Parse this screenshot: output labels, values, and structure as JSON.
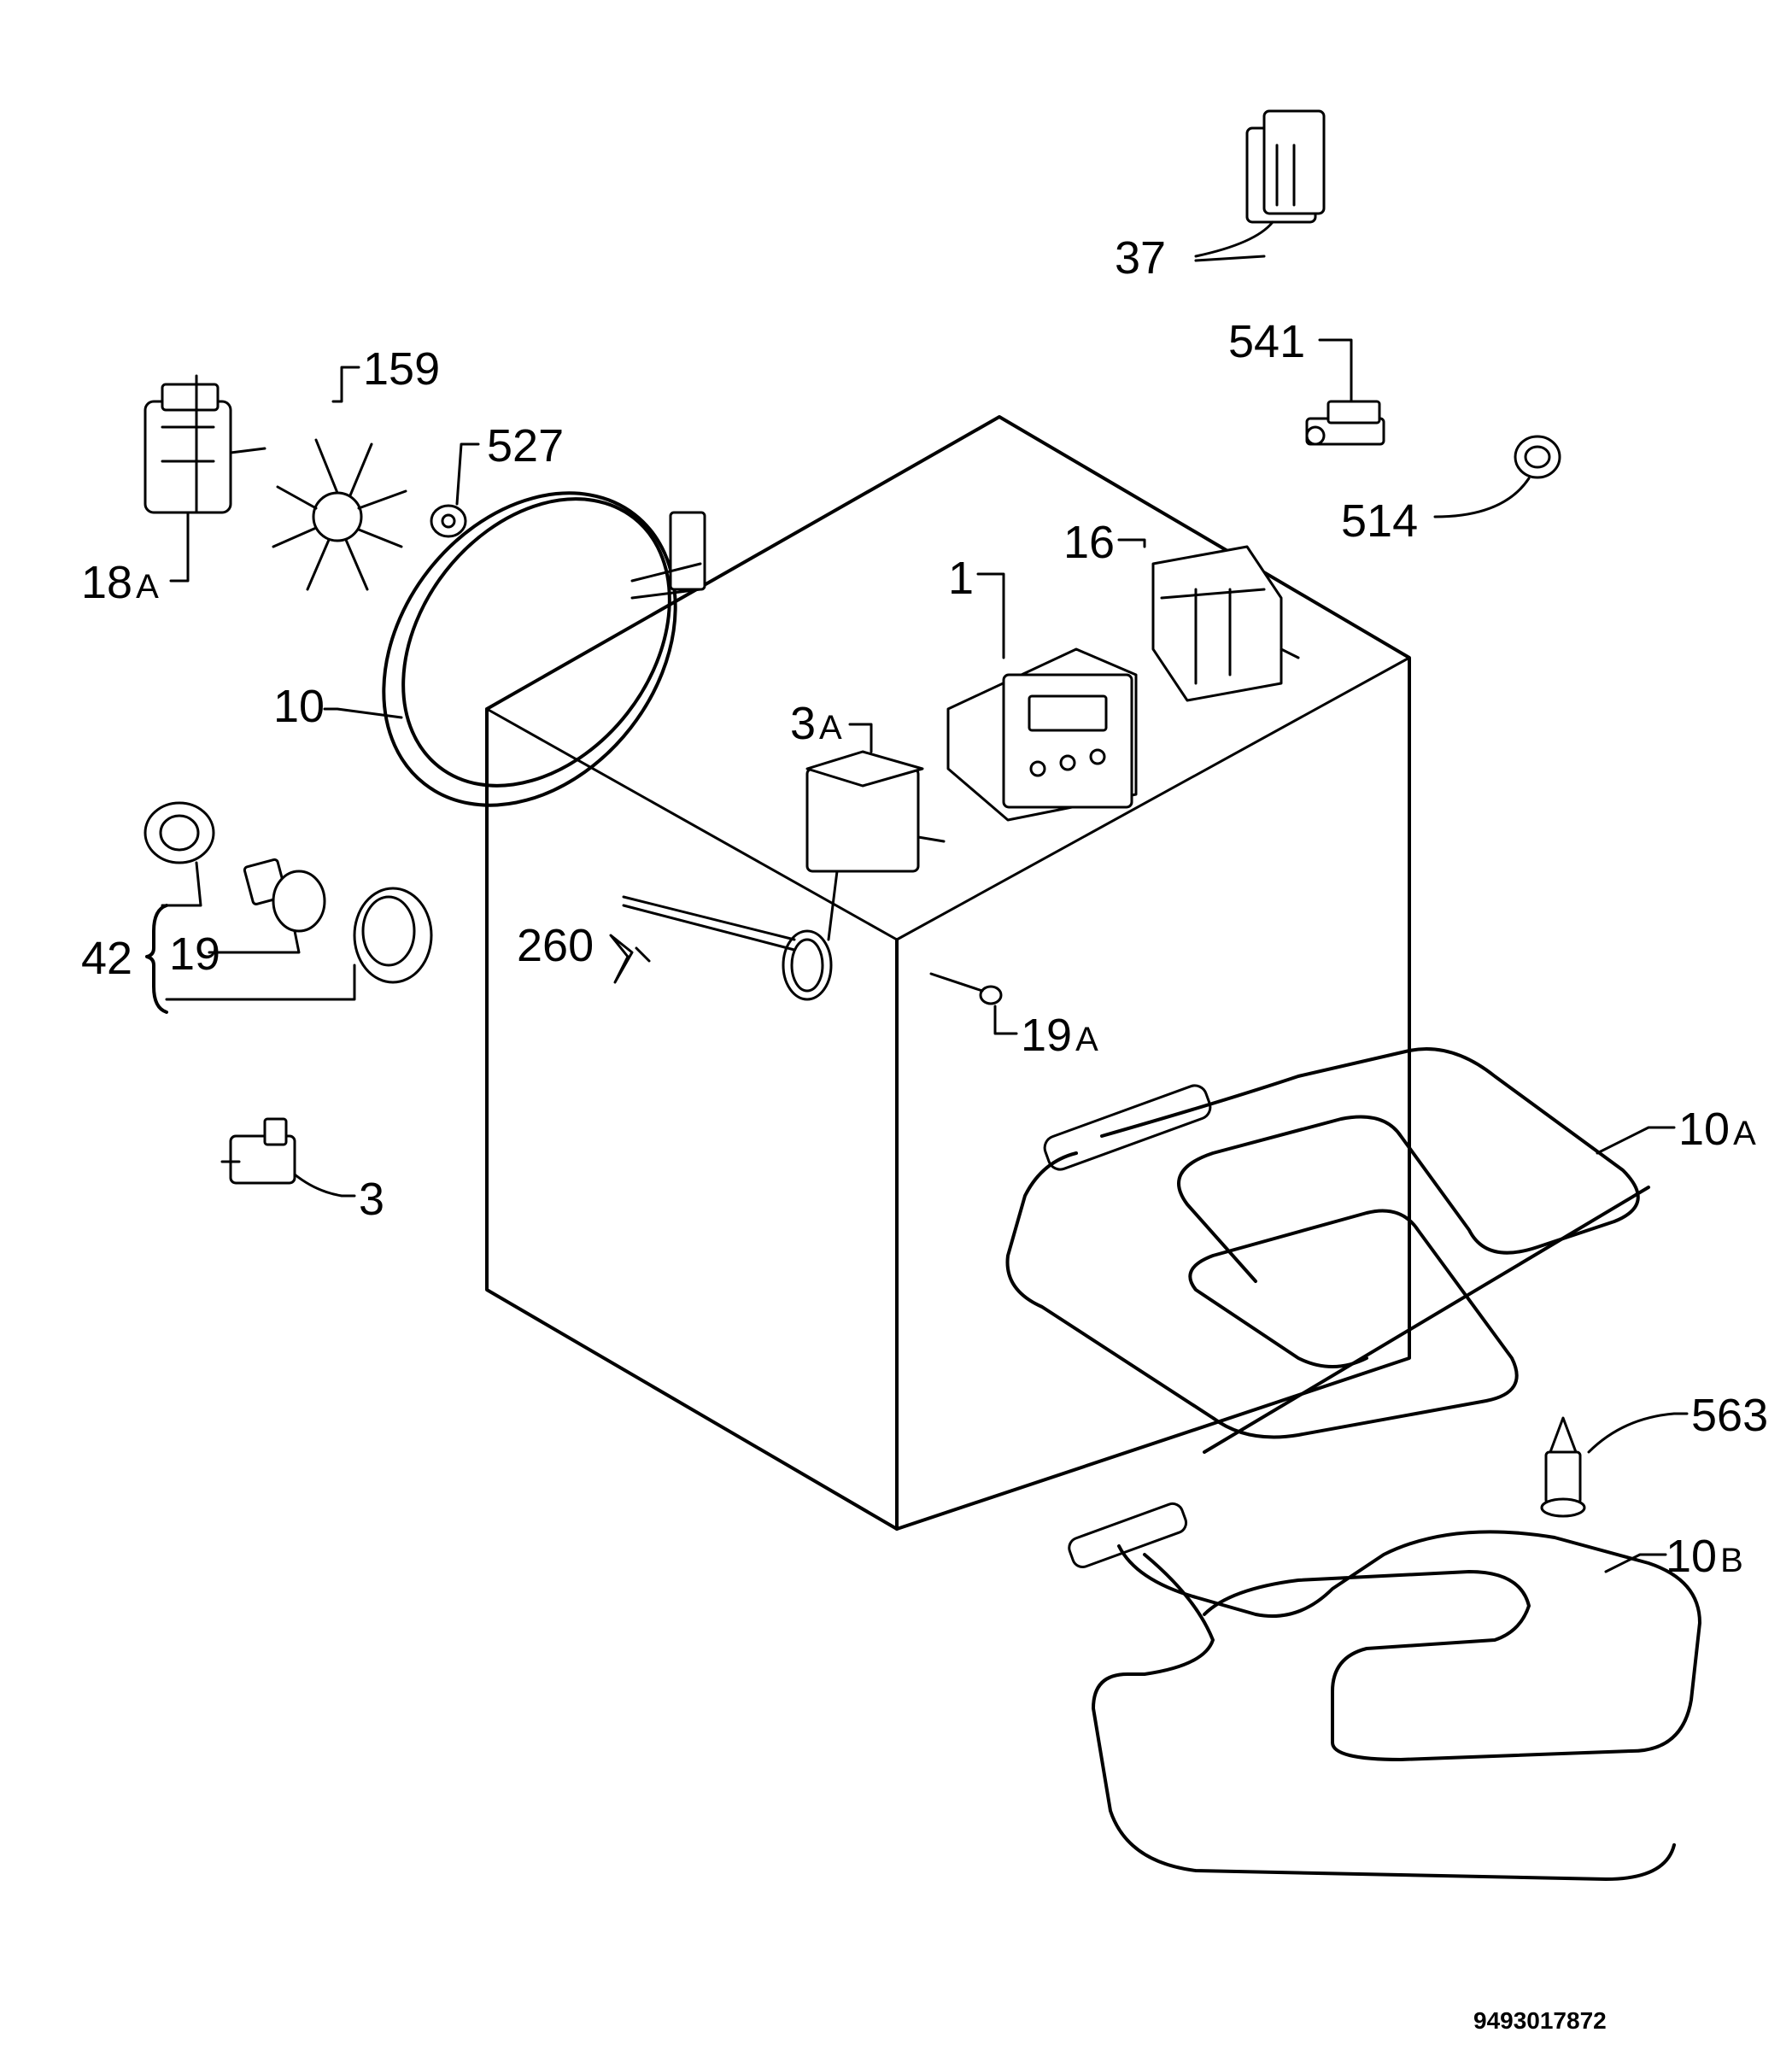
{
  "labels": {
    "p37": "37",
    "p541": "541",
    "p514": "514",
    "p159": "159",
    "p527": "527",
    "p18": "18",
    "p18s": "A",
    "p16": "16",
    "p1": "1",
    "p10": "10",
    "p3": "3",
    "p3As": "A",
    "p260": "260",
    "p42": "42",
    "p19": "19",
    "p19A": "19",
    "p19As": "A",
    "p10A": "10",
    "p10As": "A",
    "p563": "563",
    "p10B": "10",
    "p10Bs": "B",
    "p3b": "3"
  },
  "document_id": "9493017872"
}
